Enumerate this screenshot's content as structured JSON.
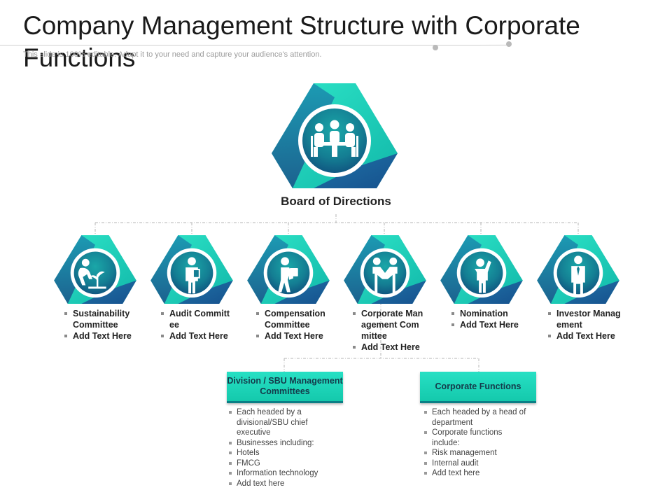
{
  "title": "Company Management Structure with Corporate Functions",
  "subtitle": "This slide is 100% editable. Adapt it to your need and capture your audience's attention.",
  "colors": {
    "teal_light": "#22d8c0",
    "teal_mid": "#159c9c",
    "navy": "#1b5e8c",
    "blue_dark": "#1c4f88"
  },
  "board": {
    "label": "Board of Directions",
    "icon": "meeting-group-icon"
  },
  "committees": [
    {
      "icon": "planting-person-icon",
      "lines": [
        "Sustainability Committee",
        "Add Text Here"
      ]
    },
    {
      "icon": "person-clipboard-icon",
      "lines": [
        "Audit Committee",
        "Add Text Here"
      ]
    },
    {
      "icon": "person-carrying-box-icon",
      "lines": [
        "Compensation Committee",
        "Add Text Here"
      ]
    },
    {
      "icon": "handshake-icon",
      "lines": [
        "Corporate Management Committee",
        "Add Text Here"
      ]
    },
    {
      "icon": "person-waving-icon",
      "lines": [
        "Nomination",
        "Add Text Here"
      ]
    },
    {
      "icon": "businessman-tie-icon",
      "lines": [
        "Investor Management",
        "Add Text Here"
      ]
    }
  ],
  "division": {
    "title": "Division / SBU Management Committees",
    "items": [
      "Each headed by a divisional/SBU chief executive",
      "Businesses including:",
      "Hotels",
      "FMCG",
      "Information technology",
      "Add text here"
    ]
  },
  "corporate": {
    "title": "Corporate Functions",
    "items": [
      "Each headed by a head of department",
      "Corporate functions include:",
      "Risk management",
      "Internal audit",
      "Add text here"
    ]
  }
}
